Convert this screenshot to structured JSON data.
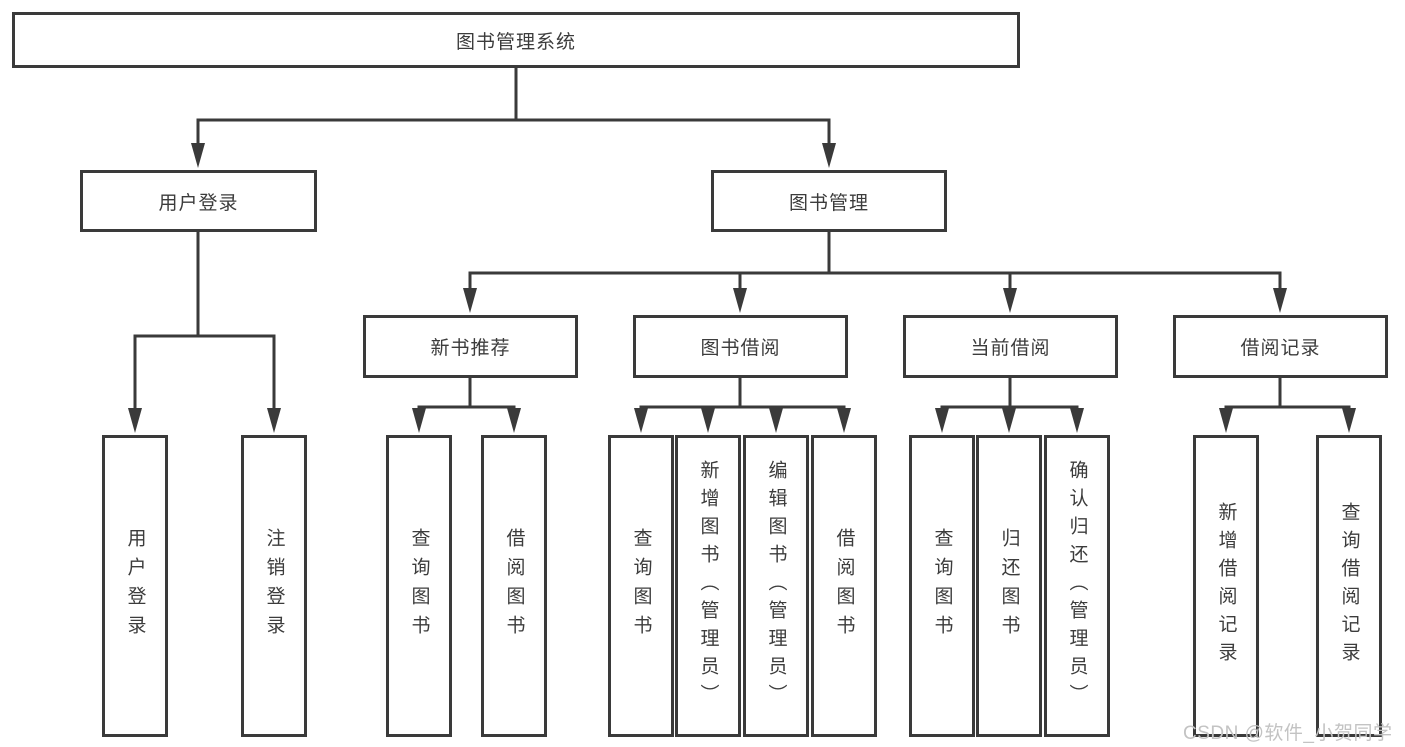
{
  "tree": {
    "root": "图书管理系统",
    "level2": [
      "用户登录",
      "图书管理"
    ],
    "level3": [
      "新书推荐",
      "图书借阅",
      "当前借阅",
      "借阅记录"
    ],
    "leaves": {
      "login": [
        "用户登录",
        "注销登录"
      ],
      "new_books": [
        "查询图书",
        "借阅图书"
      ],
      "borrow": [
        "查询图书",
        "新增图书（管理员）",
        "编辑图书（管理员）",
        "借阅图书"
      ],
      "current": [
        "查询图书",
        "归还图书",
        "确认归还（管理员）"
      ],
      "records": [
        "新增借阅记录",
        "查询借阅记录"
      ]
    }
  },
  "watermark": "CSDN @软件_小贺同学",
  "colors": {
    "line": "#3a3a3a",
    "text": "#3c3c3c",
    "watermark": "#c3c3c3",
    "background": "#ffffff"
  }
}
